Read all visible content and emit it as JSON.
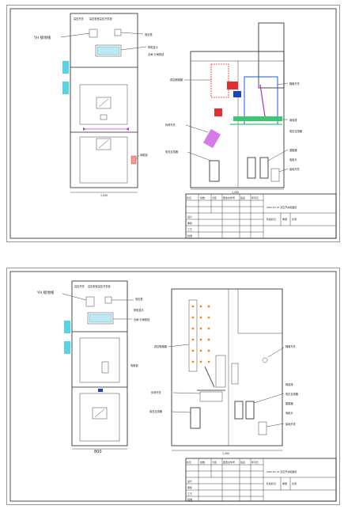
{
  "sheets": [
    {
      "front_labels": {
        "yh": "YH 接地线",
        "cabinet_title_1": "高压开关",
        "cabinet_title_2": "高压柜室高压开关柜",
        "indicator": "带电显示",
        "meter": "电压表",
        "switch_label": "合闸-分闸按钮",
        "lock": "电磁锁",
        "dimension": "1,000"
      },
      "side_labels": {
        "bus": "母线排",
        "vacuum_breaker": "真空断路器",
        "isolator": "隔离开关",
        "load_switch": "负荷开关",
        "current_tx": "电流互感器",
        "arrester": "避雷器",
        "ground_switch": "接地开关",
        "cable_head": "电缆头",
        "voltage_tx": "电压互感器",
        "dimension": "1,450"
      },
      "title_block": {
        "header": [
          "标记",
          "处数",
          "分区",
          "更改文件号",
          "签名",
          "年月日"
        ],
        "rows": [
          "设计",
          "审核",
          "工艺",
          "批准"
        ],
        "drawing_name": "XGN 15-12 高压开关柜图纸",
        "scale_cells": [
          "阶段标记",
          "重量",
          "比例"
        ]
      }
    },
    {
      "front_labels": {
        "yh": "YH 接地线",
        "cabinet_title_1": "高压开关",
        "cabinet_title_2": "高压柜室高压开关柜",
        "indicator": "带电显示",
        "meter": "电压表",
        "switch_label": "合闸-分闸按钮",
        "lock": "电磁锁",
        "dimension": "800"
      },
      "side_labels": {
        "bus": "母线排",
        "vacuum_breaker": "真空断路器",
        "isolator": "隔离开关",
        "load_switch": "负荷开关",
        "current_tx": "电流互感器",
        "arrester": "避雷器",
        "ground_switch": "接地开关",
        "cable_head": "电缆头",
        "voltage_tx": "电压互感器",
        "dimension": "1,450"
      },
      "title_block": {
        "header": [
          "标记",
          "处数",
          "分区",
          "更改文件号",
          "签名",
          "年月日"
        ],
        "rows": [
          "设计",
          "审核",
          "工艺",
          "批准"
        ],
        "drawing_name": "XGN 15-12 高压开关柜图纸",
        "scale_cells": [
          "阶段标记",
          "重量",
          "比例"
        ]
      }
    }
  ]
}
